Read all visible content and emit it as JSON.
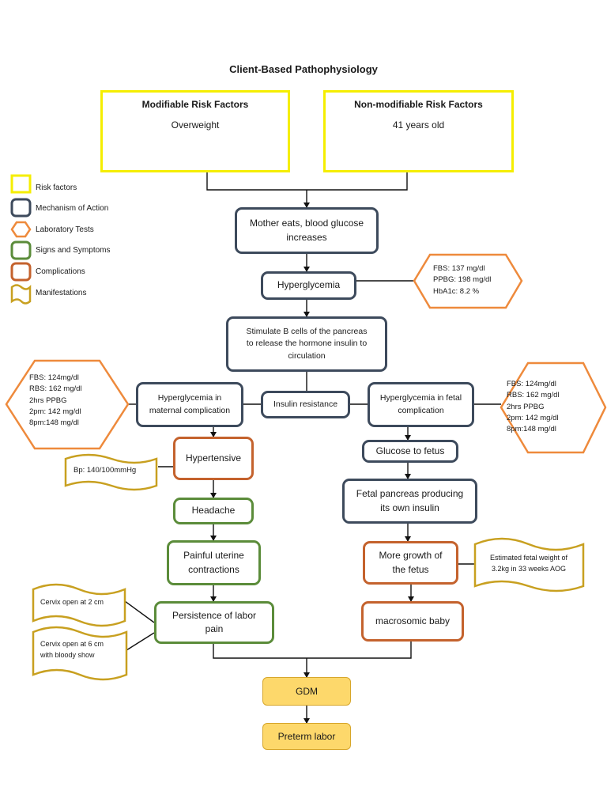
{
  "title": "Client-Based Pathophysiology",
  "colors": {
    "risk": "#f5ee00",
    "mechanism": "#3d4a5c",
    "lab": "#ee8a3c",
    "signs": "#5b8c3a",
    "complication": "#c4622d",
    "manifestation": "#c8a020",
    "outcome_fill": "#fdd86b"
  },
  "risk_factors": {
    "modifiable": {
      "heading": "Modifiable Risk Factors",
      "value": "Overweight"
    },
    "non_modifiable": {
      "heading": "Non-modifiable Risk Factors",
      "value": "41 years old"
    }
  },
  "legend": [
    {
      "shape": "risk-square",
      "label": "Risk factors"
    },
    {
      "shape": "mechanism-square",
      "label": "Mechanism of Action"
    },
    {
      "shape": "lab-hexagon",
      "label": "Laboratory Tests"
    },
    {
      "shape": "signs-square",
      "label": "Signs and Symptoms"
    },
    {
      "shape": "complication-square",
      "label": "Complications"
    },
    {
      "shape": "manifestation-banner",
      "label": "Manifestations"
    }
  ],
  "nodes": {
    "mother_eats": [
      "Mother eats, blood glucose",
      "increases"
    ],
    "hyperglycemia": "Hyperglycemia",
    "stimulate": [
      "Stimulate B cells of the pancreas",
      "to release the hormone insulin to",
      "circulation"
    ],
    "maternal": [
      "Hyperglycemia in",
      "maternal complication"
    ],
    "insulin_resistance": "Insulin resistance",
    "fetal": [
      "Hyperglycemia in fetal",
      "complication"
    ],
    "hypertensive": "Hypertensive",
    "headache": "Headache",
    "uterine": [
      "Painful uterine",
      "contractions"
    ],
    "labor_pain": [
      "Persistence of labor",
      "pain"
    ],
    "glucose_fetus": "Glucose to fetus",
    "fetal_pancreas": [
      "Fetal pancreas producing",
      "its own insulin"
    ],
    "growth": [
      "More growth of",
      "the fetus"
    ],
    "macrosomic": "macrosomic baby",
    "gdm": "GDM",
    "preterm": "Preterm labor"
  },
  "labs": {
    "top": [
      "FBS: 137 mg/dl",
      "PPBG: 198 mg/dl",
      "HbA1c: 8.2 %"
    ],
    "left": [
      "FBS: 124mg/dl",
      "RBS: 162 mg/dl",
      "2hrs PPBG",
      "2pm: 142 mg/dl",
      "8pm:148 mg/dl"
    ],
    "right": [
      "FBS: 124mg/dl",
      "RBS: 162 mg/dl",
      "2hrs PPBG",
      "2pm: 142 mg/dl",
      "8pm:148 mg/dl"
    ]
  },
  "manifestations": {
    "bp": "Bp: 140/100mmHg",
    "fetal_weight": [
      "Estimated fetal weight of",
      "3.2kg in 33 weeks AOG"
    ],
    "cervix_2": "Cervix open at 2 cm",
    "cervix_6": [
      "Cervix open at 6 cm",
      "with bloody show"
    ]
  }
}
